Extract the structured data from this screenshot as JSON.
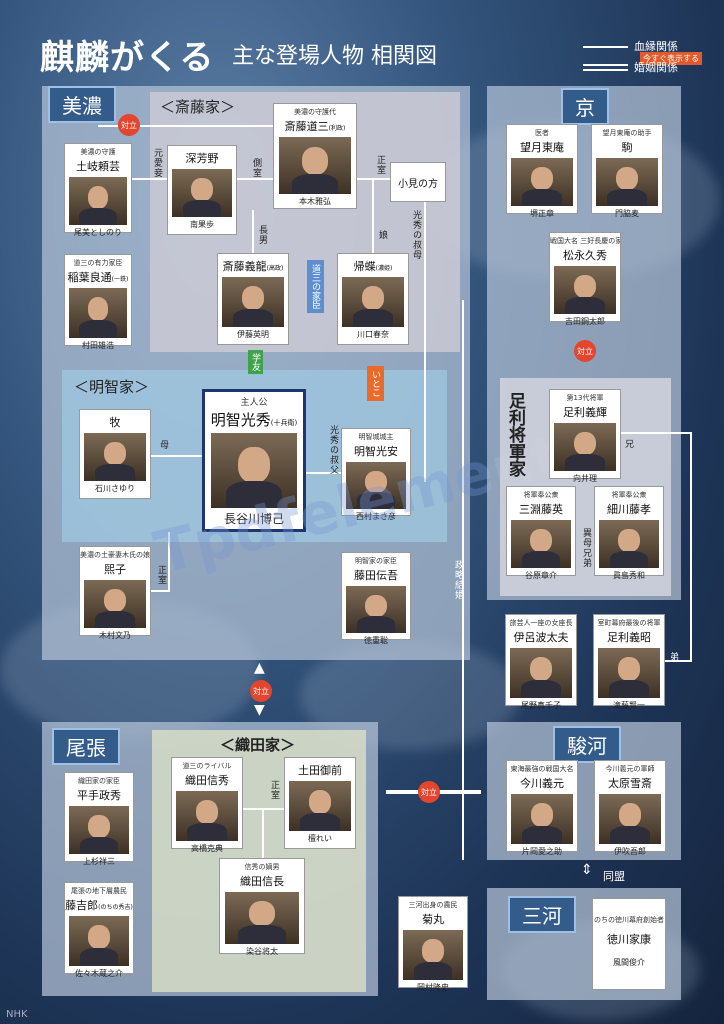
{
  "header": {
    "logo": "麒麟がくる",
    "subtitle": "主な登場人物 相関図",
    "legend_blood": "血縁関係",
    "legend_marriage": "婚姻関係",
    "badge": "今すぐ表示する"
  },
  "regions": {
    "mino": "美濃",
    "kyo": "京",
    "owari": "尾張",
    "suruga": "駿河",
    "mikawa": "三河"
  },
  "families": {
    "saito": "＜斎藤家＞",
    "akechi": "＜明智家＞",
    "ashikaga": "足利将軍家",
    "oda": "＜織田家＞"
  },
  "chars": {
    "toki": {
      "role": "美濃の守護",
      "name": "土岐頼芸",
      "actor": "尾美としのり"
    },
    "miyoshino": {
      "role": "",
      "name": "深芳野",
      "actor": "南果歩"
    },
    "dosan": {
      "role": "美濃の守護代",
      "name": "斎藤道三",
      "note": "(利政)",
      "actor": "本木雅弘"
    },
    "omi": {
      "name": "小見の方"
    },
    "inaba": {
      "role": "道三の有力家臣",
      "name": "稲葉良通",
      "note": "(一鉄)",
      "actor": "村田雄浩"
    },
    "yoshitatsu": {
      "role": "",
      "name": "斎藤義龍",
      "note": "(高政)",
      "actor": "伊藤英明"
    },
    "kicho": {
      "role": "",
      "name": "帰蝶",
      "note": "(濃姫)",
      "actor": "川口春奈"
    },
    "maki": {
      "role": "",
      "name": "牧",
      "actor": "石川さゆり"
    },
    "mitsuhide": {
      "role": "主人公",
      "name": "明智光秀",
      "note": "(十兵衛)",
      "actor": "長谷川博己"
    },
    "mitsuyasu": {
      "role": "明智城城主",
      "name": "明智光安",
      "actor": "西村まさ彦"
    },
    "hiroko": {
      "role": "美濃の土豪妻木氏の娘",
      "name": "煕子",
      "actor": "木村文乃"
    },
    "fujita": {
      "role": "明智家の家臣",
      "name": "藤田伝吾",
      "actor": "徳重聡"
    },
    "toan": {
      "role": "医者",
      "name": "望月東庵",
      "actor": "堺正章"
    },
    "koma": {
      "role": "望月東庵の助手",
      "name": "駒",
      "actor": "門脇麦"
    },
    "hisahide": {
      "role": "戦国大名 三好長慶の家臣",
      "name": "松永久秀",
      "actor": "吉田鋼太郎"
    },
    "yoshiteru": {
      "role": "第13代将軍",
      "name": "足利義輝",
      "actor": "向井理"
    },
    "mitsubuchi": {
      "role": "将軍奉公衆",
      "name": "三淵藤英",
      "actor": "谷原章介"
    },
    "hosokawa": {
      "role": "将軍奉公衆",
      "name": "細川藤孝",
      "actor": "眞島秀和"
    },
    "iroha": {
      "role": "旅芸人一座の女座長",
      "name": "伊呂波太夫",
      "actor": "尾野真千子"
    },
    "yoshiaki": {
      "role": "室町幕府最後の将軍",
      "name": "足利義昭",
      "actor": "滝藤賢一"
    },
    "hirate": {
      "role": "織田家の家臣",
      "name": "平手政秀",
      "actor": "上杉祥三"
    },
    "tokichiro": {
      "role": "尾張の地下層農民",
      "name": "藤吉郎",
      "note": "(のちの秀吉)",
      "actor": "佐々木蔵之介"
    },
    "nobuhide": {
      "role": "道三のライバル",
      "name": "織田信秀",
      "actor": "高橋克典"
    },
    "dota": {
      "role": "",
      "name": "土田御前",
      "actor": "檀れい"
    },
    "nobunaga": {
      "role": "信秀の嫡男",
      "name": "織田信長",
      "actor": "染谷将太"
    },
    "kikumaru": {
      "role": "三河出身の農民",
      "name": "菊丸",
      "actor": "岡村隆史"
    },
    "yoshimoto": {
      "role": "東海最強の戦国大名",
      "name": "今川義元",
      "actor": "片岡愛之助"
    },
    "sessai": {
      "role": "今川義元の軍師",
      "name": "太原雪斎",
      "actor": "伊吹吾郎"
    },
    "ieyasu": {
      "role": "のちの徳川幕府創始者",
      "name": "徳川家康",
      "actor": "風間俊介"
    }
  },
  "relations": {
    "conflict": "対立",
    "moto_aisho": "元愛妾",
    "sokushitsu": "側室",
    "seishitsu": "正室",
    "chonan": "長男",
    "musume": "娘",
    "dosan_vassal": "道三の家臣",
    "gakuyu": "学友",
    "itoko": "いとこ",
    "oba_aunt": "光秀の叔母",
    "haha": "母",
    "oji_uncle": "光秀の叔父",
    "seiryaku": "政略結婚",
    "ani": "兄",
    "otouto": "弟",
    "ifuku": "異母兄弟",
    "domei": "同盟"
  },
  "watermark": "Tpdfelement",
  "corner_text": "NHK"
}
